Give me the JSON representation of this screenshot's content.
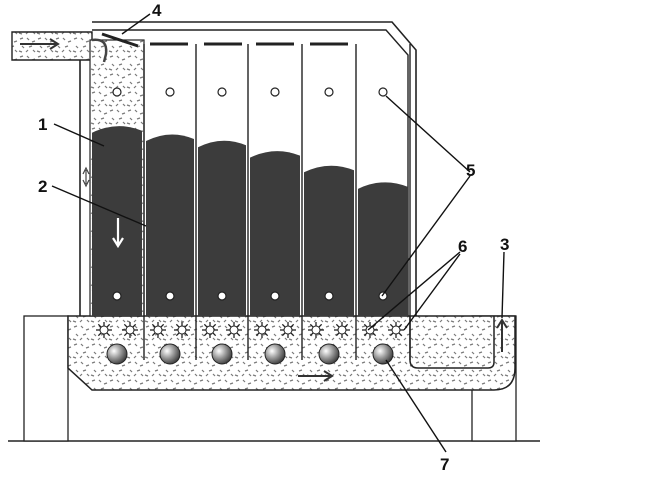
{
  "labels": {
    "l1": "1",
    "l2": "2",
    "l3": "3",
    "l4": "4",
    "l5": "5",
    "l6": "6",
    "l7": "7"
  },
  "colors": {
    "bed": "#3c3c3c",
    "line": "#222222",
    "granule": "#8a8a8a",
    "background": "#ffffff"
  },
  "bed_fill_levels": [
    0.91,
    0.87,
    0.84,
    0.79,
    0.72,
    0.64
  ]
}
